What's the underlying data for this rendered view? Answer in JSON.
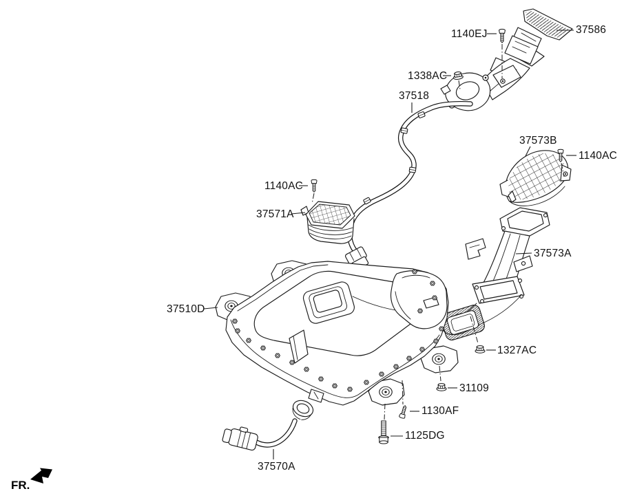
{
  "diagram": {
    "type": "exploded-parts-diagram",
    "background": "#ffffff",
    "line_color": "#1a1a1a"
  },
  "callouts": [
    {
      "text": "1140EJ",
      "fastener": "bolt-icon"
    },
    {
      "text": "37586",
      "fastener": ""
    },
    {
      "text": "1338AC",
      "fastener": "nut-icon"
    },
    {
      "text": "37518",
      "fastener": ""
    },
    {
      "text": "37573B",
      "fastener": ""
    },
    {
      "text": "1140AC",
      "fastener": "bolt-icon"
    },
    {
      "text": "1140AC",
      "fastener": "bolt-icon"
    },
    {
      "text": "37571A",
      "fastener": ""
    },
    {
      "text": "37573A",
      "fastener": ""
    },
    {
      "text": "37510D",
      "fastener": ""
    },
    {
      "text": "1327AC",
      "fastener": "nut-icon"
    },
    {
      "text": "31109",
      "fastener": "nut-icon"
    },
    {
      "text": "1130AF",
      "fastener": "bolt-icon"
    },
    {
      "text": "1125DG",
      "fastener": "bolt-icon"
    },
    {
      "text": "37570A",
      "fastener": ""
    }
  ],
  "orientation": {
    "label": "FR.",
    "icon": "front-direction-arrow-icon"
  }
}
